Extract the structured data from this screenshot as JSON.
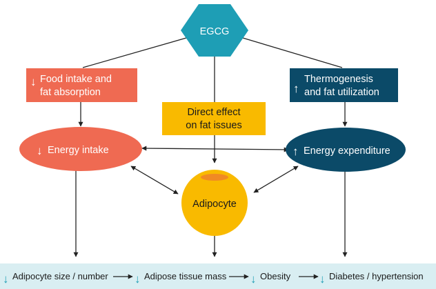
{
  "colors": {
    "hexagon": "#1e9eb5",
    "coral": "#ef6a52",
    "navy": "#0b4a68",
    "gold": "#f9ba00",
    "cell": "#f9ba00",
    "cell_nucleus": "#f08a24",
    "bar_bg": "#d9eef2",
    "teal_arrow": "#1e9eb5",
    "line": "#222222"
  },
  "hub": {
    "label": "EGCG"
  },
  "factors": {
    "food_intake": {
      "line1": "Food intake and",
      "line2": "fat absorption",
      "direction": "down"
    },
    "direct_effect": {
      "line1": "Direct effect",
      "line2": "on fat issues"
    },
    "thermogenesis": {
      "line1": "Thermogenesis",
      "line2": "and fat utilization",
      "direction": "up"
    }
  },
  "balances": {
    "energy_intake": {
      "label": "Energy intake",
      "direction": "down"
    },
    "energy_expenditure": {
      "label": "Energy expenditure",
      "direction": "up"
    }
  },
  "cell": {
    "label": "Adipocyte"
  },
  "outcomes": [
    {
      "label": "Adipocyte size / number",
      "direction": "down"
    },
    {
      "label": "Adipose tissue mass",
      "direction": "down"
    },
    {
      "label": "Obesity",
      "direction": "down"
    },
    {
      "label": "Diabetes / hypertension",
      "direction": "down"
    }
  ]
}
